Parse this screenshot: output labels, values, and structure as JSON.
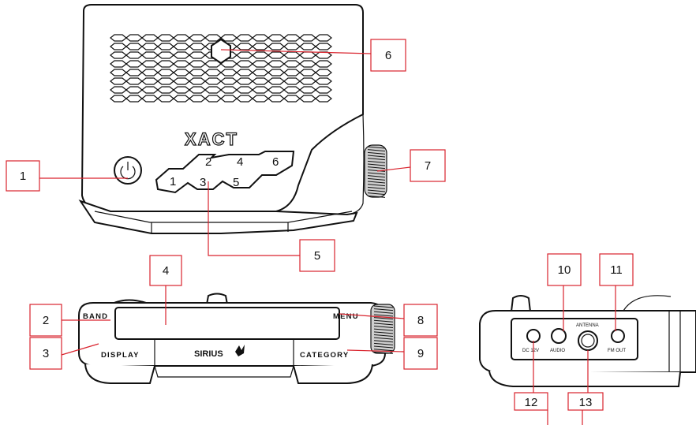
{
  "device": {
    "brand_logo": "XACT",
    "sirius_logo": "SIRIUS",
    "preset_buttons": [
      "1",
      "2",
      "3",
      "4",
      "5",
      "6"
    ],
    "front_labels": {
      "band": "BAND",
      "display": "DISPLAY",
      "menu": "MENU",
      "category": "CATEGORY"
    },
    "port_labels": {
      "dc": "DC 12V",
      "audio": "AUDIO",
      "antenna": "ANTENNA",
      "fm_out": "FM OUT"
    }
  },
  "callouts": [
    "1",
    "2",
    "3",
    "4",
    "5",
    "6",
    "7",
    "8",
    "9",
    "10",
    "11",
    "12",
    "13"
  ],
  "colors": {
    "callout": "#d9232d",
    "outline": "#111111",
    "knob": "#cfcfcf"
  },
  "icons": [
    "power-icon",
    "dog-icon"
  ]
}
